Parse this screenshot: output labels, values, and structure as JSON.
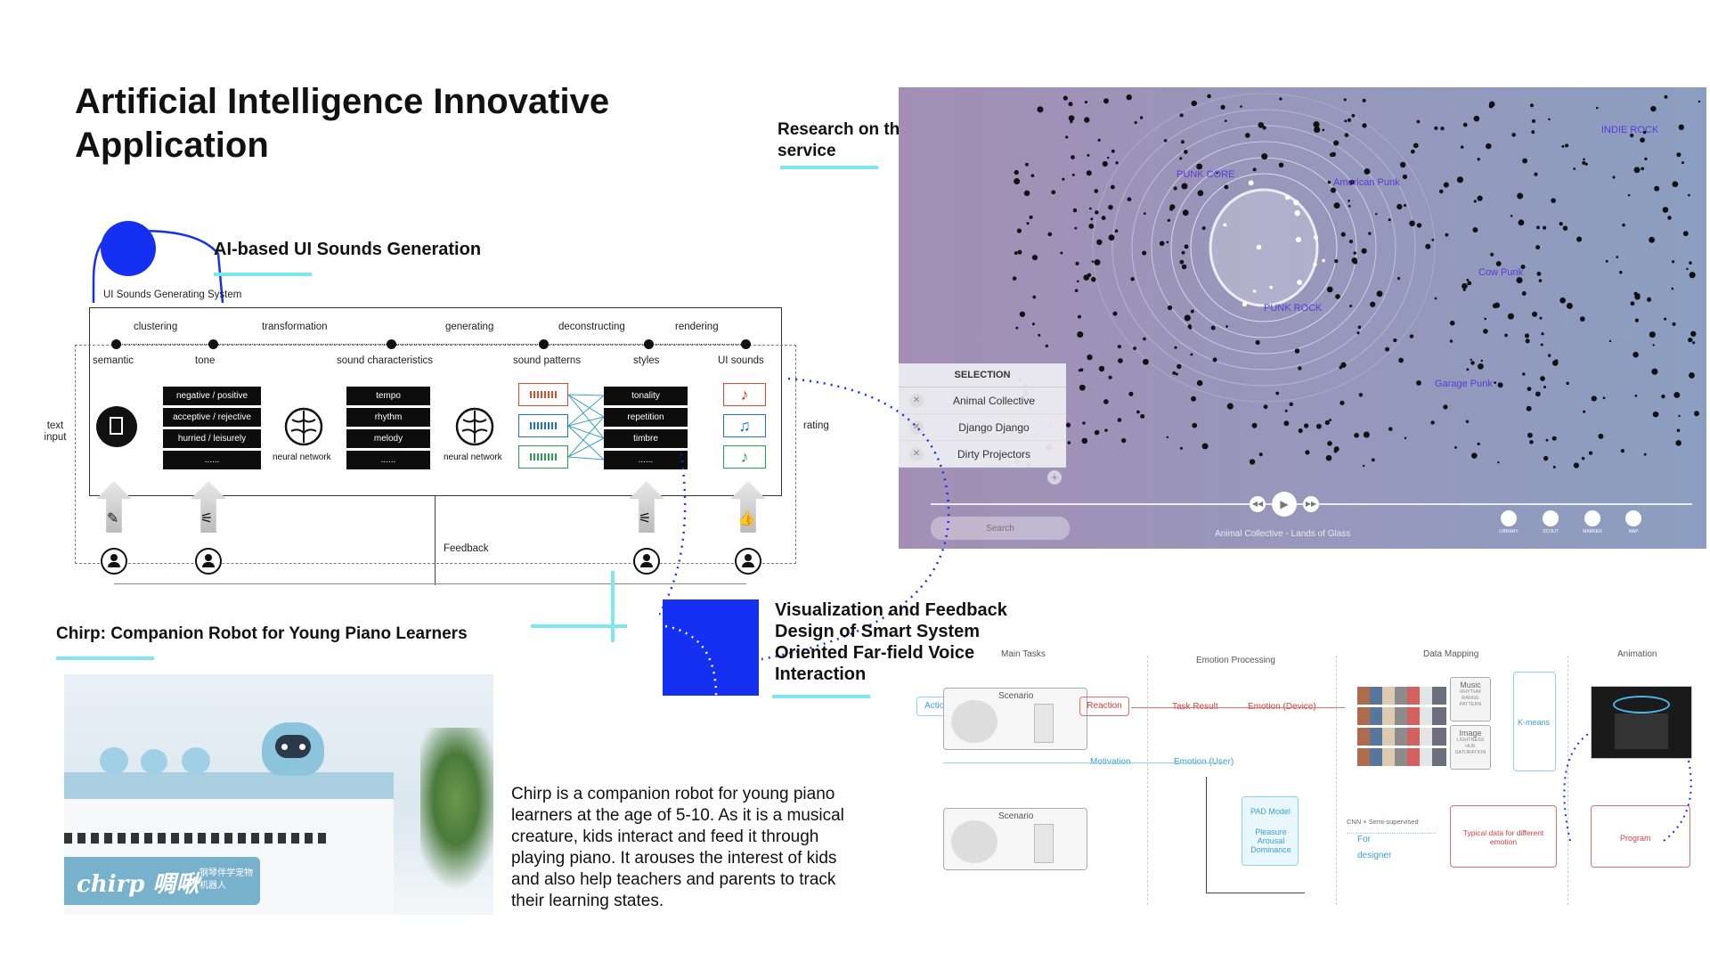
{
  "page": {
    "title": "Artificial Intelligence Innovative Application"
  },
  "ui_sounds": {
    "title": "AI-based UI Sounds Generation",
    "system_label": "UI Sounds Generating System",
    "stages": [
      "clustering",
      "transformation",
      "generating",
      "deconstructing",
      "rendering"
    ],
    "nodes": [
      "semantic",
      "tone",
      "sound characteristics",
      "sound patterns",
      "styles",
      "UI sounds"
    ],
    "input_label": "text input",
    "rating_label": "rating",
    "feedback_label": "Feedback",
    "tone_cells": [
      "negative / positive",
      "acceptive / rejective",
      "hurried / leisurely",
      "......"
    ],
    "characteristic_cells": [
      "tempo",
      "rhythm",
      "melody",
      "......"
    ],
    "style_cells": [
      "tonality",
      "repetition",
      "timbre",
      "......"
    ],
    "nn_label_1": "neural network",
    "nn_label_2": "neural network"
  },
  "music_research": {
    "title": "Research on the influence of artificial intelligence on music service",
    "genre_labels": [
      "PUNK CORE",
      "American Punk",
      "INDIE ROCK",
      "Cow Punk",
      "PUNK ROCK",
      "Garage Punk"
    ],
    "selection_header": "SELECTION",
    "selection_items": [
      "Animal Collective",
      "Django Django",
      "Dirty Projectors"
    ],
    "search_placeholder": "Search",
    "now_playing": "Animal Collective - Lands of Glass",
    "nav_items": [
      "LIBRARY",
      "SCOUT",
      "MARKER",
      "MAP"
    ]
  },
  "voice": {
    "title": "Visualization and Feedback Design of Smart System Oriented Far-field Voice Interaction",
    "col_headers": [
      "Main Tasks",
      "Emotion Processing",
      "Data Mapping",
      "Animation"
    ],
    "action": "Action",
    "scenario_1": "Scenario",
    "scenario_2": "Scenario",
    "reaction": "Reaction",
    "task_result": "Task Result",
    "emotion_device": "Emotion (Device)",
    "motivation": "Motivation",
    "emotion_user": "Emotion (User)",
    "pad_model": "PAD Model",
    "pad_dims": "Pleasure Arousal Dominance",
    "cnn_label": "CNN + Semi-supervised",
    "for_designer": "For designer",
    "music_box": "Music",
    "music_attrs": "RHYTHM RANGE PATTERN",
    "image_box": "Image",
    "image_attrs": "LIGHTNESS HUE SATURATION",
    "kmeans": "K-means",
    "typical_data": "Typical data for different emotion",
    "program": "Program"
  },
  "chirp": {
    "title": "Chirp: Companion Robot for Young Piano Learners",
    "logo": "chirp 啁啾",
    "logo_sub": "钢琴伴学宠物机器人",
    "description": "Chirp is a companion robot for young piano learners at the age of 5-10. As it is a musical creature, kids interact and feed it through playing piano. It arouses the interest of kids and also help teachers and parents to track their learning states."
  },
  "colors": {
    "accent_blue": "#1530f0",
    "underline_cyan": "#7ee6ee",
    "viz_bg_left": "#a38fb5",
    "viz_bg_right": "#8b9ec1",
    "genre_label": "#5a3ad8"
  }
}
